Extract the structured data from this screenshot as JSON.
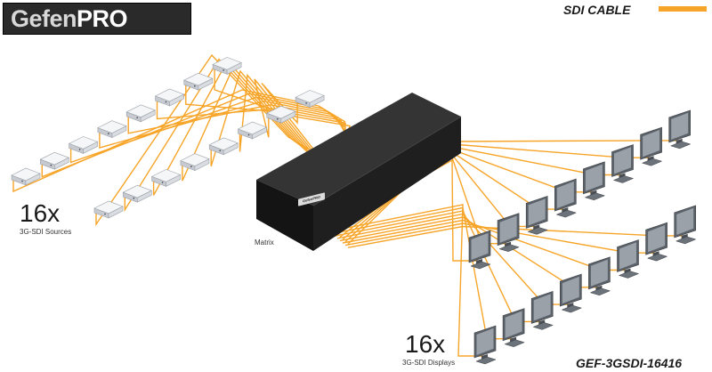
{
  "logo": {
    "text_light": "Gefen",
    "text_bold": "PRO"
  },
  "legend": {
    "label": "SDI CABLE",
    "cable_color": "#F7A529"
  },
  "sources": {
    "count_label": "16x",
    "label": "3G-SDI Sources",
    "count": 16
  },
  "matrix": {
    "label": "Matrix",
    "badge_text": "GefenPRO"
  },
  "displays": {
    "count_label": "16x",
    "label": "3G-SDI Displays",
    "count": 16
  },
  "model_number": "GEF-3GSDI-16416",
  "colors": {
    "cable": "#F7A529",
    "matrix_body": "#1c1c1c",
    "device": "#e6e8ec",
    "monitor": "#8f959c",
    "text": "#1a1a1a"
  }
}
